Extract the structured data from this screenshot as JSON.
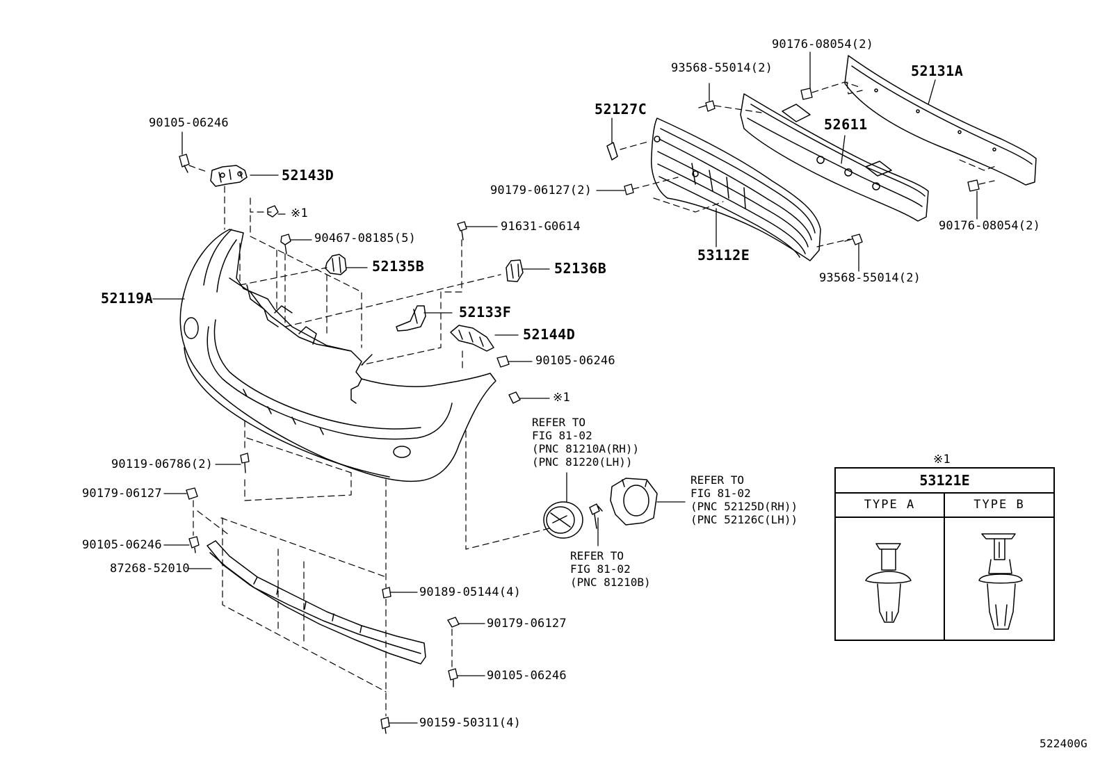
{
  "labels": {
    "p52143D": "52143D",
    "p90105a": "90105-06246",
    "p90467": "90467-08185(5)",
    "p91631": "91631-G0614",
    "p52135B": "52135B",
    "p52136B": "52136B",
    "p52119A": "52119A",
    "p52133F": "52133F",
    "p52144D": "52144D",
    "p90105b": "90105-06246",
    "note1a": "※1",
    "note1b": "※1",
    "p90119": "90119-06786(2)",
    "p90179a": "90179-06127",
    "p90105c": "90105-06246",
    "p87268": "87268-52010",
    "p90189": "90189-05144(4)",
    "p90179b": "90179-06127",
    "p90105d": "90105-06246",
    "p90159": "90159-50311(4)",
    "p52127C": "52127C",
    "p93568a": "93568-55014(2)",
    "p90176a": "90176-08054(2)",
    "p52131A": "52131A",
    "p52611": "52611",
    "p90179c": "90179-06127(2)",
    "p53112E": "53112E",
    "p93568b": "93568-55014(2)",
    "p90176b": "90176-08054(2)",
    "fig_code": "522400G"
  },
  "refs": {
    "fog_lamp": "REFER TO\nFIG 81-02\n(PNC 81210A(RH))\n(PNC 81220(LH))",
    "fog_cover": "REFER TO\nFIG 81-02\n(PNC 52125D(RH))\n(PNC 52126C(LH))",
    "fog_socket": "REFER TO\nFIG 81-02\n(PNC 81210B)"
  },
  "legend": {
    "note": "※1",
    "part": "53121E",
    "type_a": "TYPE A",
    "type_b": "TYPE B"
  }
}
